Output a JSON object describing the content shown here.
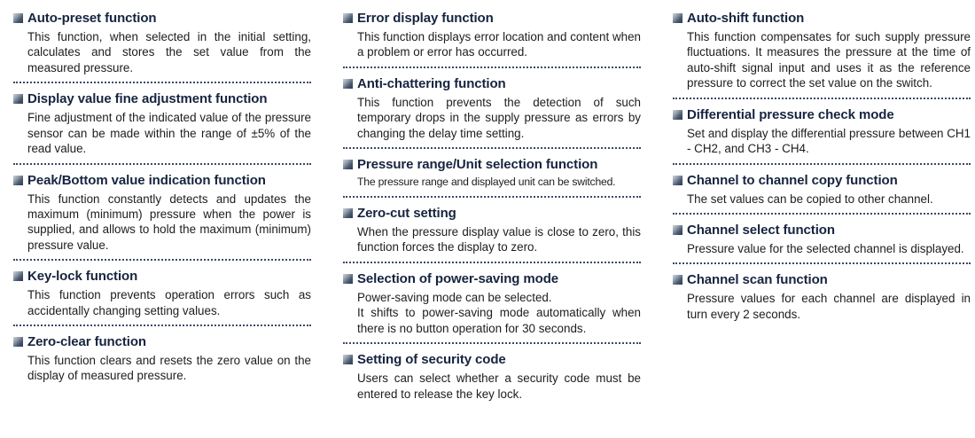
{
  "colors": {
    "background": "#ffffff",
    "heading": "#16243f",
    "body_text": "#1d1d1d",
    "separator_dots": "#3c4964",
    "bullet_dark": "#2c3b52",
    "bullet_light": "#cdd2d8"
  },
  "icons": {
    "section_bullet": "square-bullet-icon"
  },
  "columns": [
    {
      "sections": [
        {
          "title": "Auto-preset function",
          "body": [
            "This function, when selected in the initial setting, calculates and stores the set value from the measured pressure."
          ]
        },
        {
          "title": "Display value fine adjustment function",
          "body": [
            "Fine adjustment of the indicated value of the pressure sensor can be made within the range of ±5% of the read value."
          ]
        },
        {
          "title": "Peak/Bottom value indication function",
          "body": [
            "This function constantly detects and updates the maximum (minimum) pressure when the power is supplied, and allows to hold the maximum (minimum) pressure value."
          ]
        },
        {
          "title": "Key-lock function",
          "body": [
            "This function prevents operation errors such as accidentally changing setting values."
          ]
        },
        {
          "title": "Zero-clear function",
          "body": [
            "This function clears and resets the zero value on the display of measured pressure."
          ]
        }
      ]
    },
    {
      "sections": [
        {
          "title": "Error display function",
          "body": [
            "This function displays error location and content when a problem or error has occurred."
          ]
        },
        {
          "title": "Anti-chattering function",
          "body": [
            "This function prevents the detection of such temporary drops in the supply pressure as errors by changing the delay time setting."
          ]
        },
        {
          "title": "Pressure range/Unit selection function",
          "condensed": true,
          "body": [
            "The pressure range and displayed unit can be switched."
          ]
        },
        {
          "title": "Zero-cut setting",
          "body": [
            "When the pressure display value is close to zero, this function forces the display to zero."
          ]
        },
        {
          "title": "Selection of power-saving mode",
          "body": [
            "Power-saving mode can be selected.",
            "It shifts to power-saving mode automatically when there is no button operation for 30 seconds."
          ]
        },
        {
          "title": "Setting of security code",
          "body": [
            "Users can select whether a security code must be entered to release the key lock."
          ]
        }
      ]
    },
    {
      "sections": [
        {
          "title": "Auto-shift function",
          "body": [
            "This function compensates for such supply pressure fluctuations. It measures the pressure at the time of auto-shift signal input and uses it as the reference pressure to correct the set value on the switch."
          ]
        },
        {
          "title": "Differential pressure check mode",
          "body": [
            "Set and display the differential pressure between CH1 - CH2, and CH3 - CH4."
          ]
        },
        {
          "title": "Channel to channel copy function",
          "body": [
            "The set values can be copied to other channel."
          ]
        },
        {
          "title": "Channel select function",
          "body": [
            "Pressure value for the selected channel is displayed."
          ]
        },
        {
          "title": "Channel scan function",
          "body": [
            "Pressure values for each channel are displayed in turn every 2 seconds."
          ]
        }
      ]
    }
  ]
}
